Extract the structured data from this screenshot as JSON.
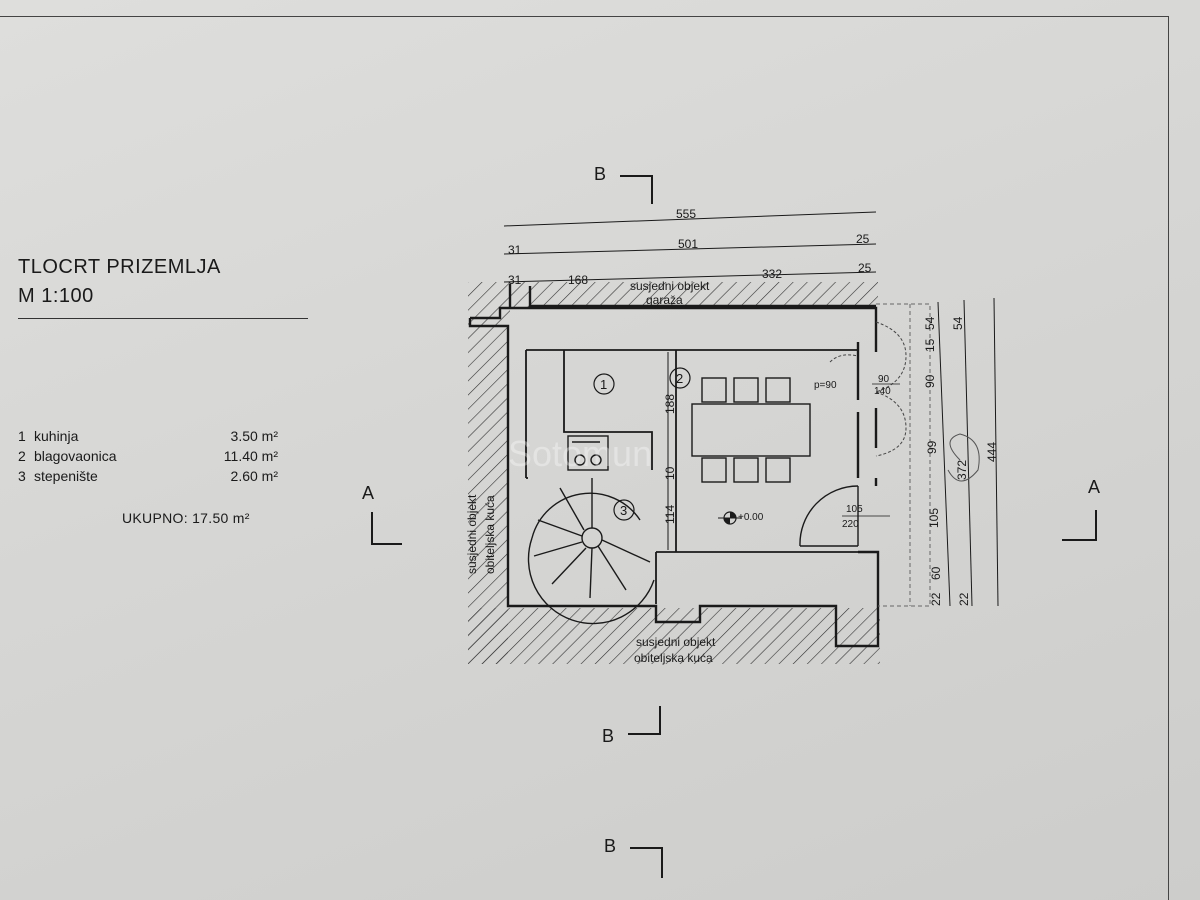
{
  "sheet": {
    "title": "TLOCRT PRIZEMLJA",
    "scale": "M  1:100"
  },
  "rooms": [
    {
      "num": "1",
      "name": "kuhinja",
      "area": "3.50 m²"
    },
    {
      "num": "2",
      "name": "blagovaonica",
      "area": "11.40  m²"
    },
    {
      "num": "3",
      "name": "stepenište",
      "area": "2.60  m²"
    }
  ],
  "total": "UKUPNO:  17.50  m²",
  "watermark": "Sotomun",
  "section_marks": {
    "a_left": "A",
    "a_right": "A",
    "b_top": "B",
    "b_bottom": "B",
    "b_lower": "B"
  },
  "neighbors": {
    "top": [
      "susjedni objekt",
      "garaža"
    ],
    "left": [
      "susjedni objekt",
      "obiteljska kuća"
    ],
    "bottom": [
      "susjedni objekt",
      "obiteljska kuća"
    ]
  },
  "dimensions": {
    "top_total": "555",
    "top_mid": [
      "31",
      "501",
      "25"
    ],
    "top_inner": [
      "31",
      "168",
      "332",
      "25"
    ],
    "right_chain_1": [
      "54",
      "15",
      "90",
      "99",
      "105",
      "60",
      "22"
    ],
    "right_chain_2": [
      "54",
      "372",
      "22"
    ],
    "right_total": "444",
    "interior": [
      "188",
      "10",
      "114"
    ],
    "window_1": [
      "90",
      "140"
    ],
    "door_1": [
      "105",
      "220"
    ],
    "window_label": "p=90",
    "level": "+0.00"
  },
  "room_markers": [
    "1",
    "2",
    "3"
  ]
}
